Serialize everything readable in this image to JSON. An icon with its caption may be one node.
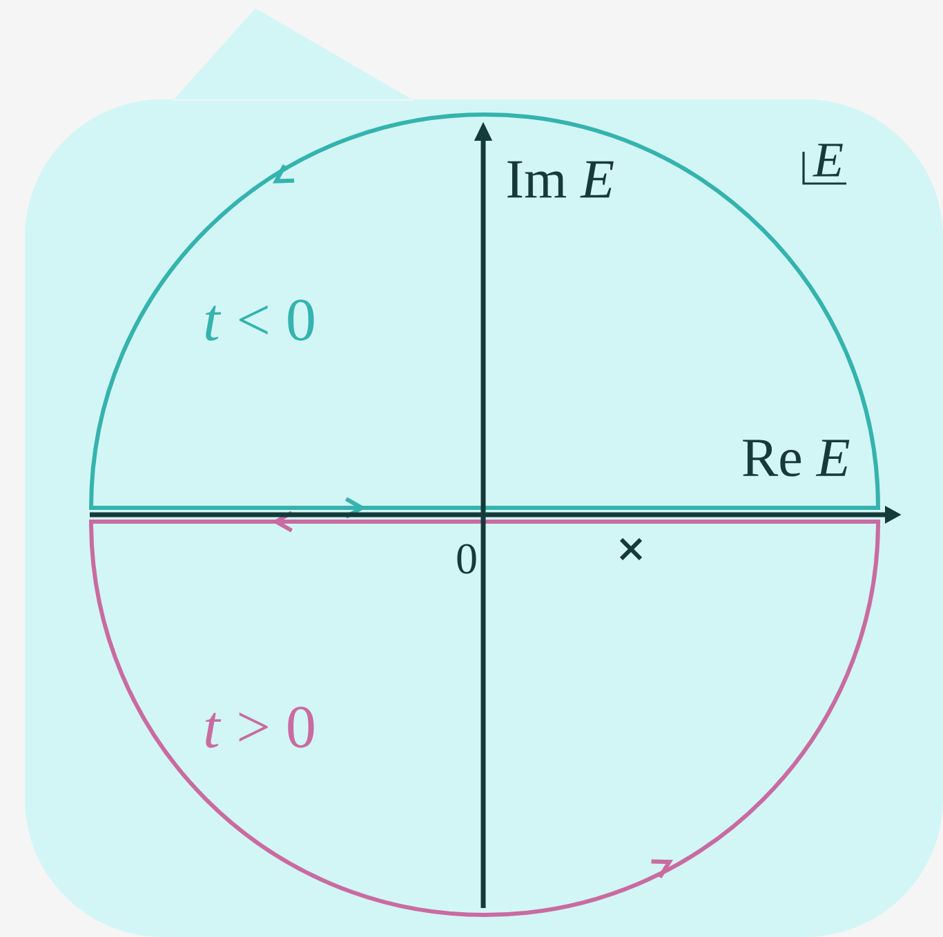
{
  "diagram": {
    "labels": [
      "Im *E*",
      "*E*",
      "*t* < 0",
      "Re *E*",
      "0",
      "*t* > 0"
    ]
  }
}
